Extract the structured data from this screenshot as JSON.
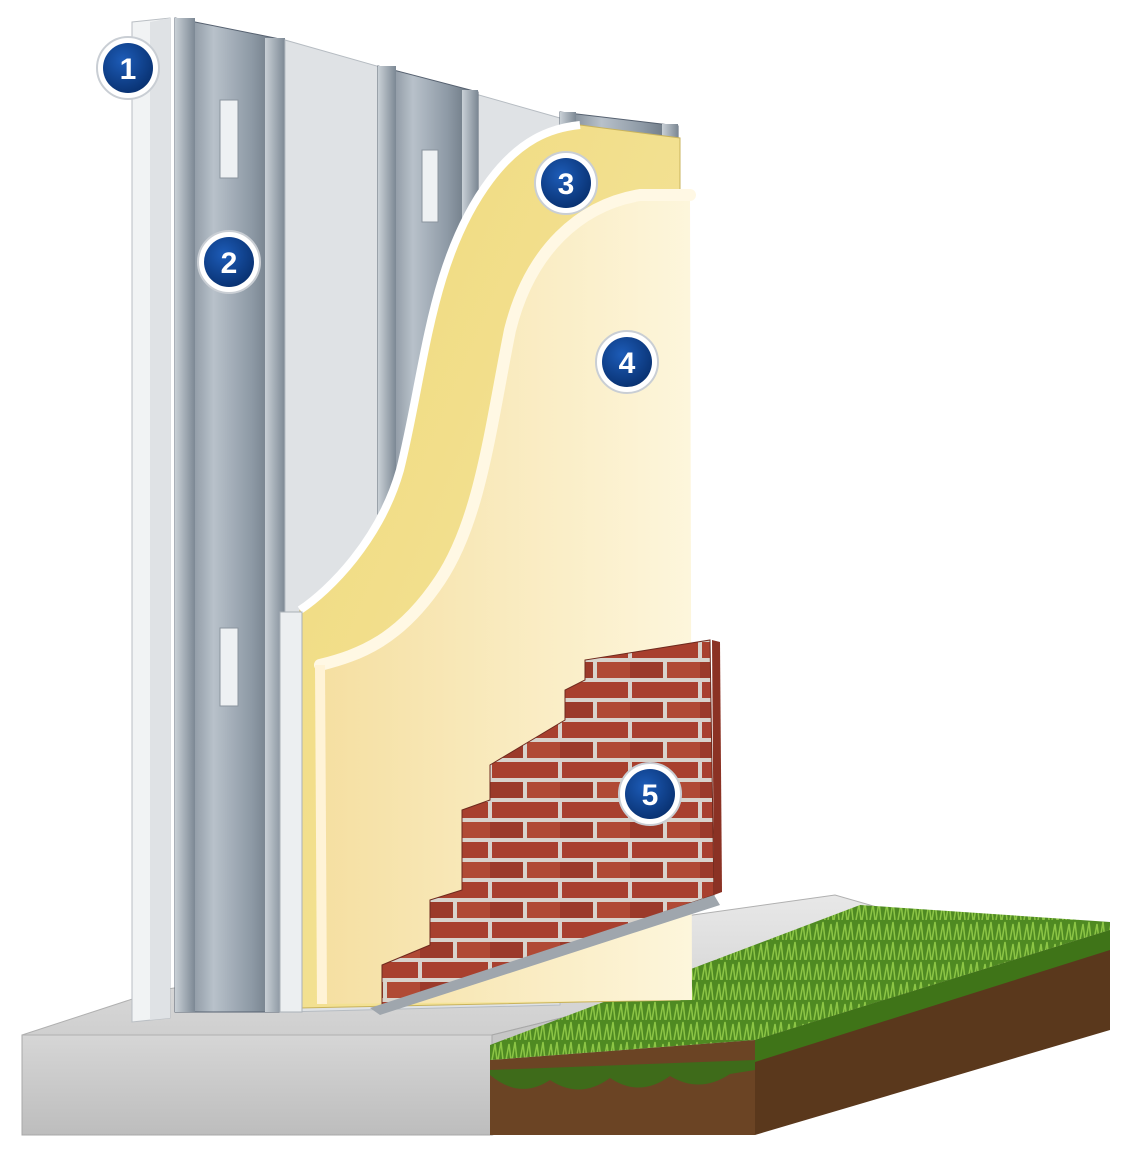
{
  "diagram": {
    "type": "wall-section-cutaway",
    "callouts": [
      {
        "id": "callout-1",
        "label": "1"
      },
      {
        "id": "callout-2",
        "label": "2"
      },
      {
        "id": "callout-3",
        "label": "3"
      },
      {
        "id": "callout-4",
        "label": "4"
      },
      {
        "id": "callout-5",
        "label": "5"
      }
    ],
    "colors": {
      "badge_fill": "#0b3f8f",
      "badge_ring": "#ffffff",
      "steel_stud": "#8e9aa6",
      "sheathing": "#dfe2e5",
      "membrane": "#f1e08a",
      "spray_foam": "#f7e7b3",
      "brick": "#a8402e",
      "mortar": "#d8d3cc",
      "concrete": "#d9d9d9",
      "grass": "#5f9a2a",
      "soil": "#6b4424"
    }
  }
}
